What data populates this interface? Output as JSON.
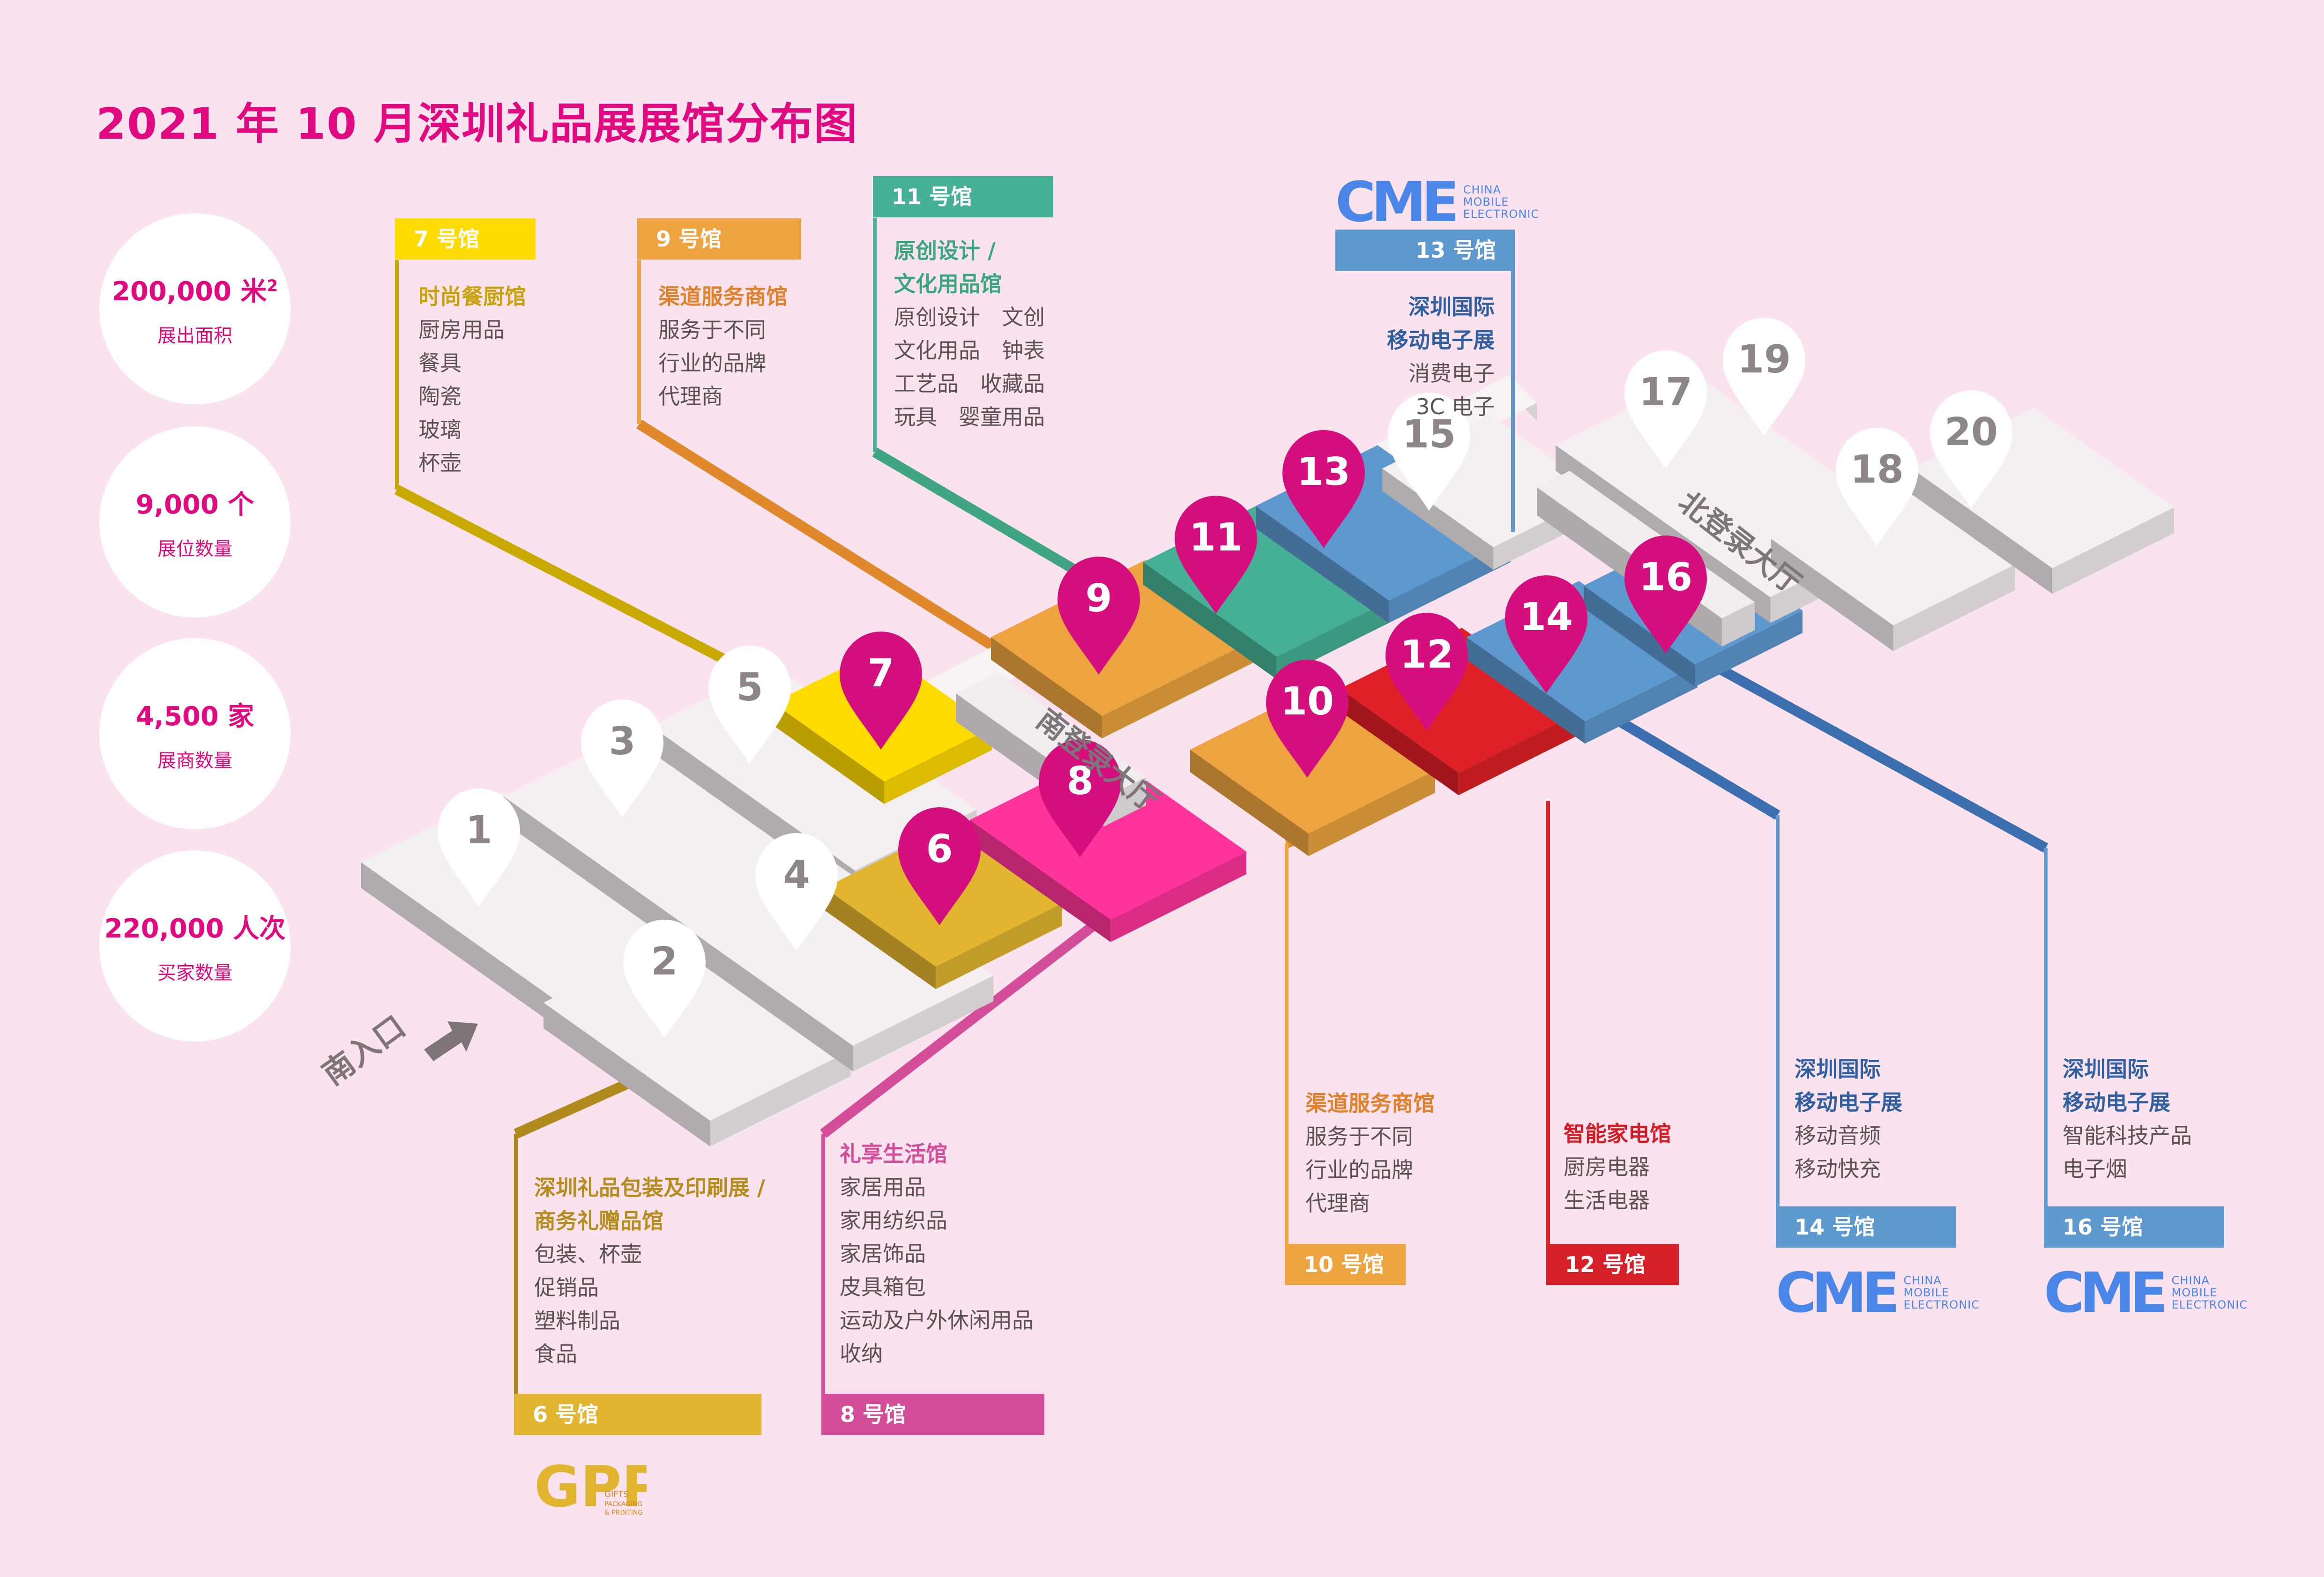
{
  "title": "2021 年 10 月深圳礼品展展馆分布图",
  "stats": [
    {
      "value": "200,000 米",
      "sup": "2",
      "label": "展出面积"
    },
    {
      "value": "9,000 个",
      "sup": "",
      "label": "展位数量"
    },
    {
      "value": "4,500 家",
      "sup": "",
      "label": "展商数量"
    },
    {
      "value": "220,000 人次",
      "sup": "",
      "label": "买家数量"
    }
  ],
  "colors": {
    "background": "#fae3ee",
    "accent": "#e0097f",
    "pin": "#d40f7d",
    "hall7": "#ffdb00",
    "hall9": "#eda440",
    "hall11": "#45b095",
    "hall13": "#5d98cf",
    "hall6": "#e1b530",
    "hall8": "#ff3399",
    "hall10": "#eda440",
    "hall12": "#e02027",
    "hall14": "#5d98cf",
    "hall16": "#5d98cf",
    "idle_hall": "#f3eff0"
  },
  "map": {
    "south_hall_label": "南登录大厅",
    "north_hall_label": "北登录大厅",
    "south_entrance_label": "南入口",
    "active_halls": [
      "6",
      "7",
      "8",
      "9",
      "10",
      "11",
      "12",
      "13",
      "14",
      "16"
    ],
    "inactive_halls": [
      "1",
      "2",
      "3",
      "4",
      "5",
      "15",
      "17",
      "18",
      "19",
      "20"
    ]
  },
  "cards": {
    "h7": {
      "tag": "7 号馆",
      "heading": [
        "时尚餐厨馆"
      ],
      "items": [
        "厨房用品",
        "餐具",
        "陶瓷",
        "玻璃",
        "杯壶"
      ]
    },
    "h9": {
      "tag": "9 号馆",
      "heading": [
        "渠道服务商馆"
      ],
      "items": [
        "服务于不同",
        "行业的品牌",
        "代理商"
      ]
    },
    "h11": {
      "tag": "11 号馆",
      "heading": [
        "原创设计 /",
        "文化用品馆"
      ],
      "items": [
        "原创设计　文创",
        "文化用品　钟表",
        "工艺品　收藏品",
        "玩具　婴童用品"
      ]
    },
    "h13": {
      "tag": "13 号馆",
      "heading": [
        "深圳国际",
        "移动电子展"
      ],
      "items": [
        "消费电子",
        "3C 电子"
      ]
    },
    "h6": {
      "tag": "6 号馆",
      "heading": [
        "深圳礼品包装及印刷展 /",
        "商务礼赠品馆"
      ],
      "items": [
        "包装、杯壶",
        "促销品",
        "塑料制品",
        "食品"
      ]
    },
    "h8": {
      "tag": "8 号馆",
      "heading": [
        "礼享生活馆"
      ],
      "items": [
        "家居用品",
        "家用纺织品",
        "家居饰品",
        "皮具箱包",
        "运动及户外休闲用品",
        "收纳"
      ]
    },
    "h10": {
      "tag": "10 号馆",
      "heading": [
        "渠道服务商馆"
      ],
      "items": [
        "服务于不同",
        "行业的品牌",
        "代理商"
      ]
    },
    "h12": {
      "tag": "12 号馆",
      "heading": [
        "智能家电馆"
      ],
      "items": [
        "厨房电器",
        "生活电器"
      ]
    },
    "h14": {
      "tag": "14 号馆",
      "heading": [
        "深圳国际",
        "移动电子展"
      ],
      "items": [
        "移动音频",
        "移动快充"
      ]
    },
    "h16": {
      "tag": "16 号馆",
      "heading": [
        "深圳国际",
        "移动电子展"
      ],
      "items": [
        "智能科技产品",
        "电子烟"
      ]
    }
  },
  "logos": {
    "cme": {
      "mark": "CME",
      "lines": [
        "CHINA",
        "MOBILE",
        "ELECTRONIC"
      ]
    },
    "gpp": {
      "mark": "GPP",
      "lines": [
        "GIFTS",
        "PACKAGING",
        "& PRINTING"
      ]
    }
  }
}
